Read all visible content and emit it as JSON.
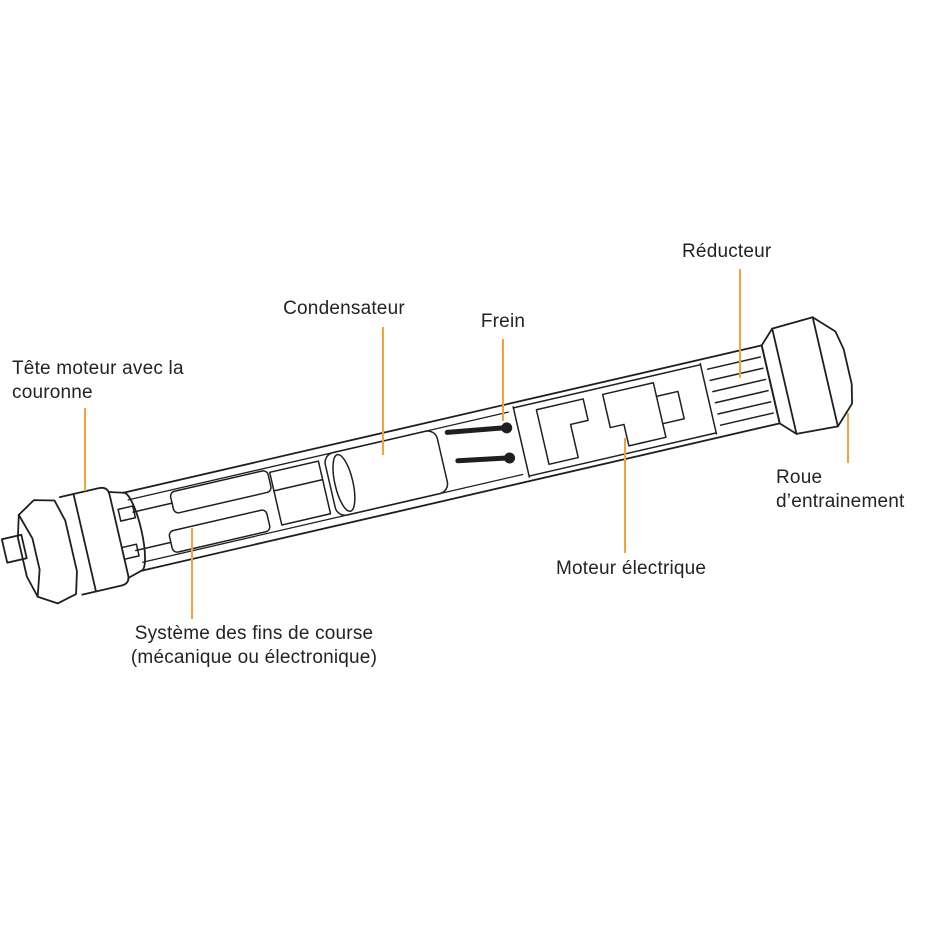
{
  "diagram": {
    "colors": {
      "accent": "#F2A43C",
      "ink": "#1F1F1F",
      "background": "#FFFFFF"
    },
    "labels": {
      "reducteur": "Réducteur",
      "condensateur": "Condensateur",
      "frein": "Frein",
      "tete_moteur": "Tête moteur avec la couronne",
      "roue_entrainement": "Roue d’entrainement",
      "moteur_electrique": "Moteur électrique",
      "fins_de_course": "Système des fins de course (mécanique ou électronique)"
    }
  }
}
